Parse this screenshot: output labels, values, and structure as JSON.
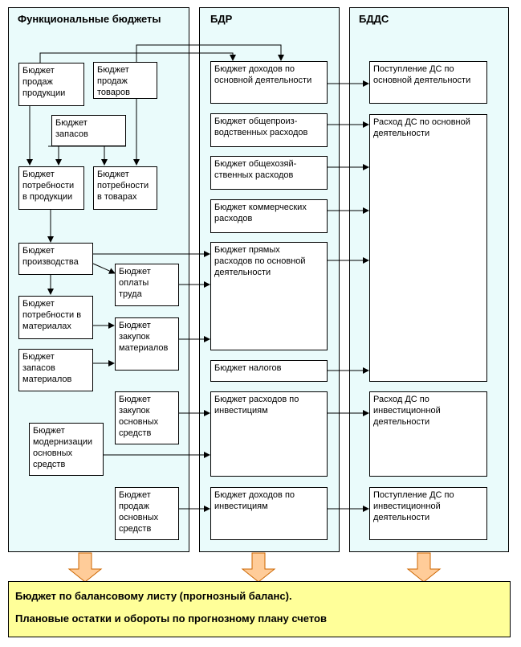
{
  "columns": {
    "functional": {
      "title": "Функциональные бюджеты"
    },
    "bdr": {
      "title": "БДР"
    },
    "bdds": {
      "title": "БДДС"
    }
  },
  "functional_boxes": {
    "sales_products": "Бюджет\nпродаж\nпродукции",
    "sales_goods": "Бюджет\nпродаж\nтоваров",
    "inventory": "Бюджет\nзапасов",
    "product_needs": "Бюджет\nпотребности\nв продукции",
    "goods_needs": "Бюджет\nпотребности\nв товарах",
    "production": "Бюджет\nпроизводства",
    "labor": "Бюджет\nоплаты\nтруда",
    "material_needs": "Бюджет\nпотребности в\nматериалах",
    "material_purchase": "Бюджет\nзакупок\nматериалов",
    "material_stock": "Бюджет\nзапасов\nматериалов",
    "fixed_asset_purchase": "Бюджет\nзакупок\nосновных\nсредств",
    "modernization": "Бюджет\nмодернизации\nосновных\nсредств",
    "fixed_asset_sales": "Бюджет\nпродаж\nосновных\nсредств"
  },
  "bdr_boxes": {
    "operating_income": "Бюджет доходов по\nосновной деятельности",
    "overhead": "Бюджет общепроиз-\nводственных расходов",
    "admin": "Бюджет общехозяй-\nственных расходов",
    "commercial": "Бюджет коммерческих\nрасходов",
    "direct_costs": "Бюджет прямых\nрасходов по основной\nдеятельности",
    "taxes": "Бюджет налогов",
    "investment_costs": "Бюджет расходов по\nинвестициям",
    "investment_income": "Бюджет доходов по\nинвестициям"
  },
  "bdds_boxes": {
    "operating_inflow": "Поступление ДС по\nосновной деятельности",
    "operating_outflow": "Расход ДС по основной\nдеятельности",
    "investment_outflow": "Расход ДС по\nинвестиционной\nдеятельности",
    "investment_inflow": "Поступление ДС по\nинвестиционной\nдеятельности"
  },
  "bottom": {
    "line1": "Бюджет по балансовому листу (прогнозный баланс).",
    "line2": "Плановые остатки и обороты по прогнозному плану счетов"
  },
  "colors": {
    "column_fill": "#eafbfb",
    "bottom_fill": "#ffff99",
    "down_arrow_fill": "#ffcc99",
    "down_arrow_stroke": "#cc6600"
  }
}
